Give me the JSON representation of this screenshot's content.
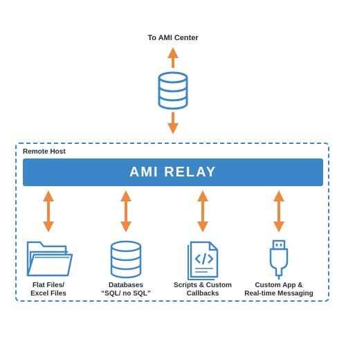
{
  "diagram": {
    "top_label": "To AMI Center",
    "container_label": "Remote Host",
    "relay_label": "AMI RELAY",
    "items": [
      {
        "line1": "Flat Files/",
        "line2": "Excel Files",
        "icon": "folder-icon"
      },
      {
        "line1": "Databases",
        "line2": "“SQL/ no SQL”",
        "icon": "database-icon"
      },
      {
        "line1": "Scripts & Custom",
        "line2": "Callbacks",
        "icon": "code-file-icon"
      },
      {
        "line1": "Custom App &",
        "line2": "Real-time Messaging",
        "icon": "usb-plug-icon"
      }
    ],
    "colors": {
      "accent_blue": "#3a86c8",
      "arrow_orange": "#ef8a3c",
      "text_dark": "#1f2a33"
    }
  }
}
